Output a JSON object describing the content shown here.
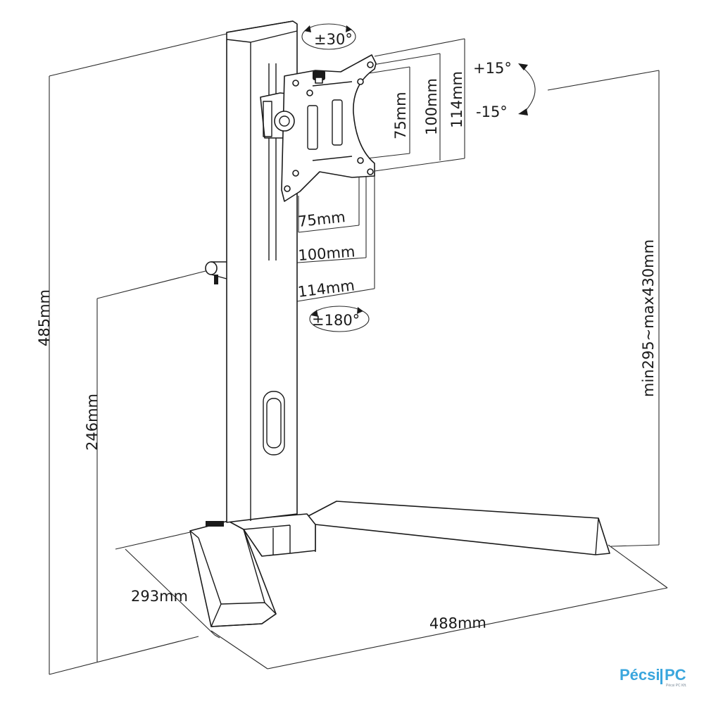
{
  "dimensions": {
    "total_height": "485mm",
    "mount_height": "246mm",
    "height_range": "min295~max430mm",
    "base_depth": "293mm",
    "base_width": "488mm",
    "vesa_h_small": "75mm",
    "vesa_h_medium": "100mm",
    "vesa_h_large": "114mm",
    "vesa_v_small": "75mm",
    "vesa_v_medium": "100mm",
    "vesa_v_large": "114mm"
  },
  "rotations": {
    "swivel": "±30°",
    "rotation": "±180°",
    "tilt_up": "+15°",
    "tilt_down": "-15°"
  },
  "watermark": {
    "brand_left": "Pécsi",
    "brand_right": "PC",
    "tagline": "Pécsi PC Kft."
  },
  "colors": {
    "line": "#1a1a1a",
    "background": "#ffffff",
    "brand": "#3aa6dd"
  }
}
